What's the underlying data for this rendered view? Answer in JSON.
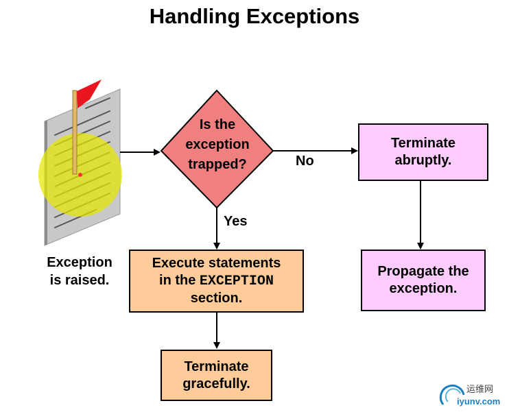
{
  "title": "Handling Exceptions",
  "decision": {
    "line1": "Is the",
    "line2": "exception",
    "line3": "trapped?"
  },
  "labels": {
    "no": "No",
    "yes": "Yes"
  },
  "raised": {
    "line1": "Exception",
    "line2": "is raised."
  },
  "execute_box": {
    "line1": "Execute statements",
    "line2a": "in the ",
    "keyword": "EXCEPTION",
    "line3": "section."
  },
  "graceful_box": {
    "line1": "Terminate",
    "line2": "gracefully."
  },
  "abrupt_box": {
    "line1": "Terminate",
    "line2": "abruptly."
  },
  "propagate_box": {
    "line1": "Propagate the",
    "line2": "exception."
  },
  "watermark": {
    "cn": "运维网",
    "site": "iyunv.com"
  },
  "colors": {
    "diamond": "#f08080",
    "orange_box": "#ffcc99",
    "pink_box": "#ffccff",
    "highlight": "#e6e600",
    "flag": "#e8171f"
  },
  "icons": [
    "document-flag-icon",
    "watermark-logo-icon"
  ]
}
